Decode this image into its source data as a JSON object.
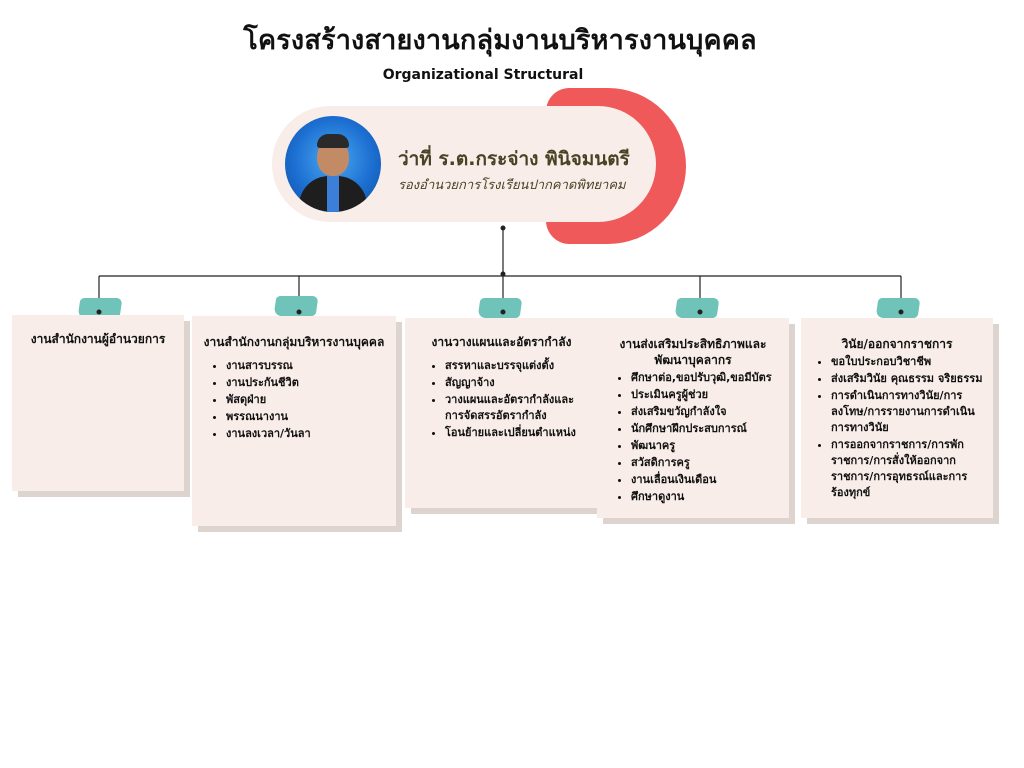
{
  "header": {
    "title": "โครงสร้างสายงานกลุ่มงานบริหารงานบุคคล",
    "subtitle": "Organizational Structural"
  },
  "head": {
    "name": "ว่าที่ ร.ต.กระจ่าง พินิจมนตรี",
    "role": "รองอำนวยการโรงเรียนปากคาดพิทยาคม"
  },
  "colors": {
    "accent_red": "#f0595a",
    "tab_teal": "#6fc3b8",
    "card_bg": "#f8ede8",
    "text_brown": "#4a4224"
  },
  "cards": [
    {
      "title": "งานสำนักงานผู้อำนวยการ",
      "items": []
    },
    {
      "title": "งานสำนักงานกลุ่มบริหารงานบุคคล",
      "items": [
        "งานสารบรรณ",
        "งานประกันชีวิต",
        "พัสดุฝ่าย",
        "พรรณนางาน",
        "งานลงเวลา/วันลา"
      ]
    },
    {
      "title": "งานวางแผนและอัตรากำลัง",
      "items": [
        "สรรหาและบรรจุแต่งตั้ง",
        "สัญญาจ้าง",
        "วางแผนและอัตรากำลังและการจัดสรรอัตรากำลัง",
        "โอนย้ายและเปลี่ยนตำแหน่ง"
      ]
    },
    {
      "title": "งานส่งเสริมประสิทธิภาพและพัฒนาบุคลากร",
      "items": [
        "ศึกษาต่อ,ขอปรับวุฒิ,ขอมีบัตร",
        "ประเมินครูผู้ช่วย",
        "ส่งเสริมขวัญกำลังใจ",
        "นักศึกษาฝึกประสบการณ์",
        "พัฒนาครู",
        "สวัสดิการครู",
        "งานเลื่อนเงินเดือน",
        "ศึกษาดูงาน"
      ]
    },
    {
      "title": "วินัย/ออกจากราชการ",
      "items": [
        "ขอใบประกอบวิชาชีพ",
        "ส่งเสริมวินัย คุณธรรม จริยธรรม",
        "การดำเนินการทางวินัย/การลงโทษ/การรายงานการดำเนินการทางวินัย",
        "การออกจากราชการ/การพักราชการ/การสั่งให้ออกจากราชการ/การอุทธรณ์และการร้องทุกข์"
      ]
    }
  ]
}
